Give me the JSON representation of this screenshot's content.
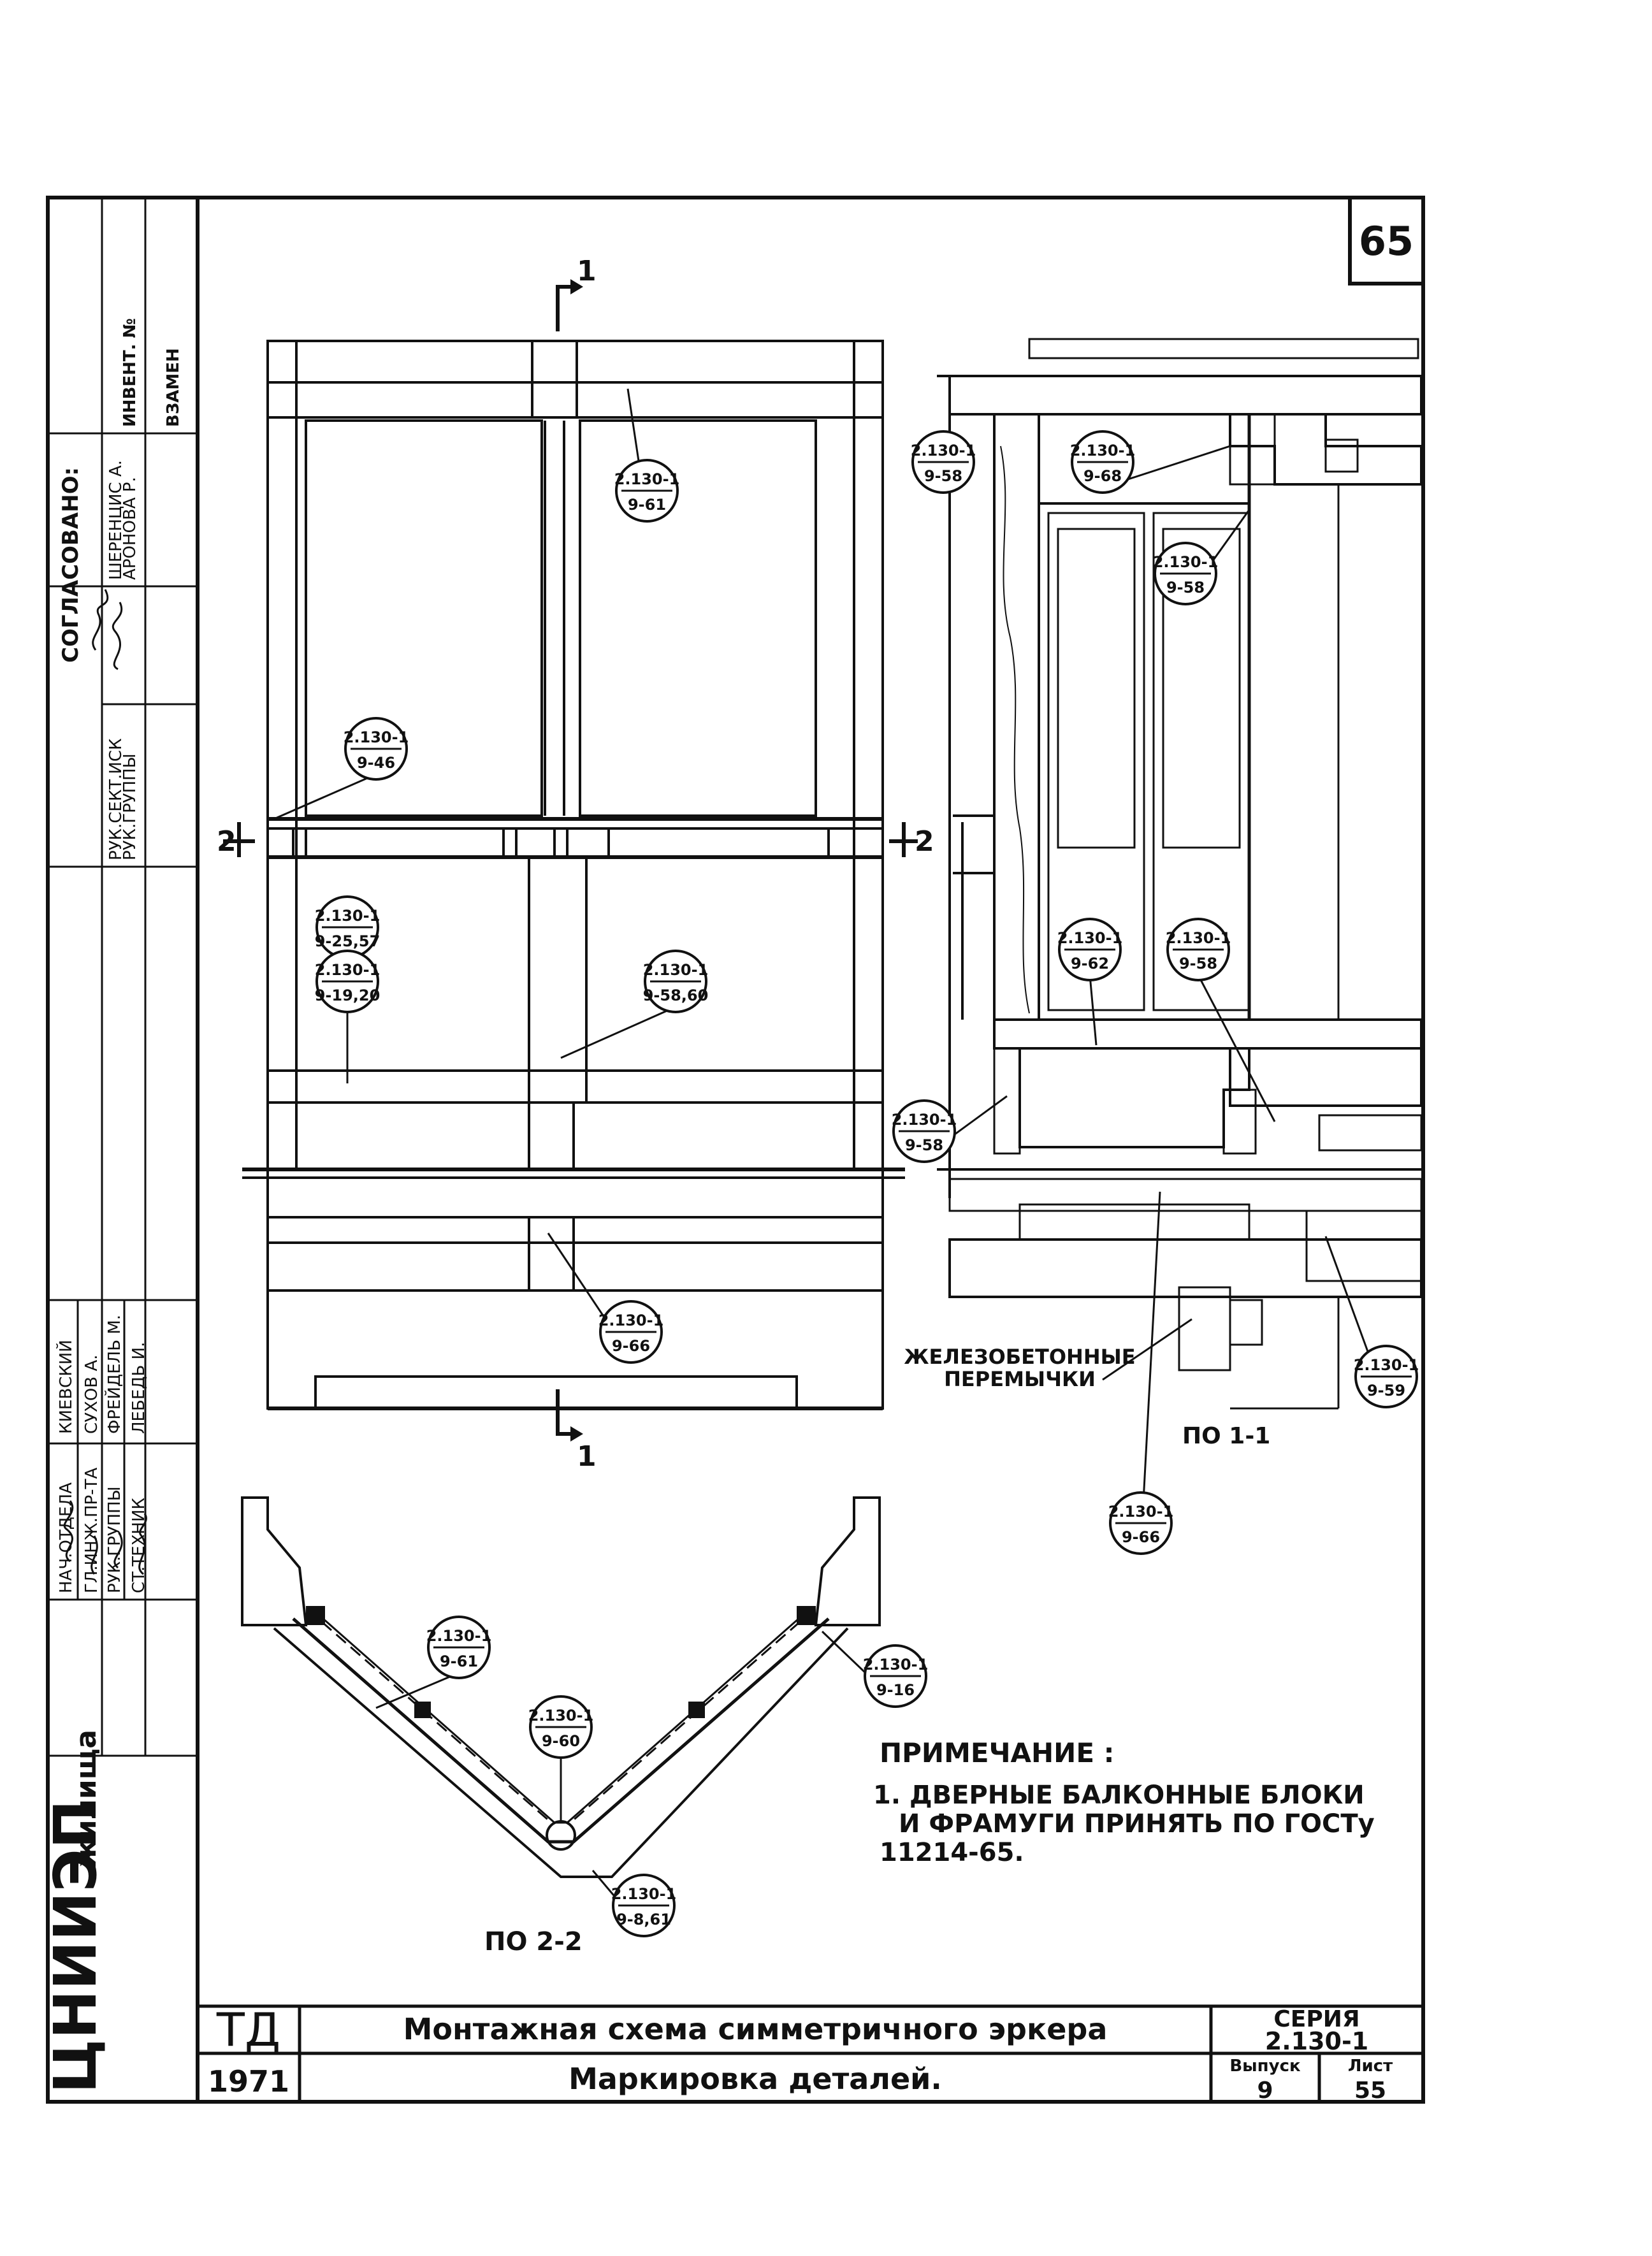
{
  "sheet": {
    "page_number": "65",
    "org_name": "ЦНИИЭП",
    "org_sub": "жилища",
    "code": "ТД",
    "year": "1971",
    "title": "Монтажная схема симметричного эркера",
    "subtitle": "Маркировка деталей.",
    "series_label": "СЕРИЯ",
    "series_value": "2.130-1",
    "issue_label": "Выпуск",
    "issue_value": "9",
    "sheet_label": "Лист",
    "sheet_value": "55"
  },
  "approval": {
    "heading": "СОГЛАСОВАНО:",
    "rows": [
      {
        "role": "РУК.СЕКТ.ИСК",
        "name": "ШЕРЕНЦИС А."
      },
      {
        "role": "РУК.ГРУППЫ",
        "name": "АРОНОВА Р."
      }
    ],
    "inv_label": "ИНВЕНТ. №",
    "swap_label": "ВЗАМЕН"
  },
  "signatures": [
    {
      "role": "НАЧ.ОТДЕЛА",
      "name": "КИЕВСКИЙ"
    },
    {
      "role": "ГЛ.ИНЖ.ПР-ТА",
      "name": "СУХОВ А."
    },
    {
      "role": "РУК.ГРУППЫ",
      "name": "ФРЕЙДЕЛЬ М."
    },
    {
      "role": "СТ.ТЕХНИК",
      "name": "ЛЕБЕДЬ И."
    }
  ],
  "sections": {
    "cut1_top": "1",
    "cut1_bottom": "1",
    "cut2_left": "2",
    "cut2_right": "2",
    "view_1_1": "ПО 1-1",
    "view_2_2": "ПО 2-2"
  },
  "tags": [
    {
      "top": "2.130-1",
      "bottom": "9-61"
    },
    {
      "top": "2.130-1",
      "bottom": "9-46"
    },
    {
      "top": "2.130-1",
      "bottom": "9-25,57"
    },
    {
      "top": "2.130-1",
      "bottom": "9-19,20"
    },
    {
      "top": "2.130-1",
      "bottom": "9-58,60"
    },
    {
      "top": "2.130-1",
      "bottom": "9-66"
    },
    {
      "top": "2.130-1",
      "bottom": "9-58"
    },
    {
      "top": "2.130-1",
      "bottom": "9-68"
    },
    {
      "top": "2.130-1",
      "bottom": "9-58"
    },
    {
      "top": "2.130-1",
      "bottom": "9-62"
    },
    {
      "top": "2.130-1",
      "bottom": "9-58"
    },
    {
      "top": "2.130-1",
      "bottom": "9-58"
    },
    {
      "top": "2.130-1",
      "bottom": "9-59"
    },
    {
      "top": "2.130-1",
      "bottom": "9-66"
    },
    {
      "top": "2.130-1",
      "bottom": "9-61"
    },
    {
      "top": "2.130-1",
      "bottom": "9-16"
    },
    {
      "top": "2.130-1",
      "bottom": "9-60"
    },
    {
      "top": "2.130-1",
      "bottom": "9-8,61"
    }
  ],
  "lintel_label_1": "ЖЕЛЕЗОБЕТОННЫЕ",
  "lintel_label_2": "ПЕРЕМЫЧКИ",
  "note": {
    "heading": "ПРИМЕЧАНИЕ :",
    "line1": "1. ДВЕРНЫЕ БАЛКОННЫЕ БЛОКИ",
    "line2": "И ФРАМУГИ ПРИНЯТЬ ПО ГОСТу",
    "line3": "11214-65."
  },
  "colors": {
    "ink": "#111111",
    "paper": "#ffffff"
  }
}
